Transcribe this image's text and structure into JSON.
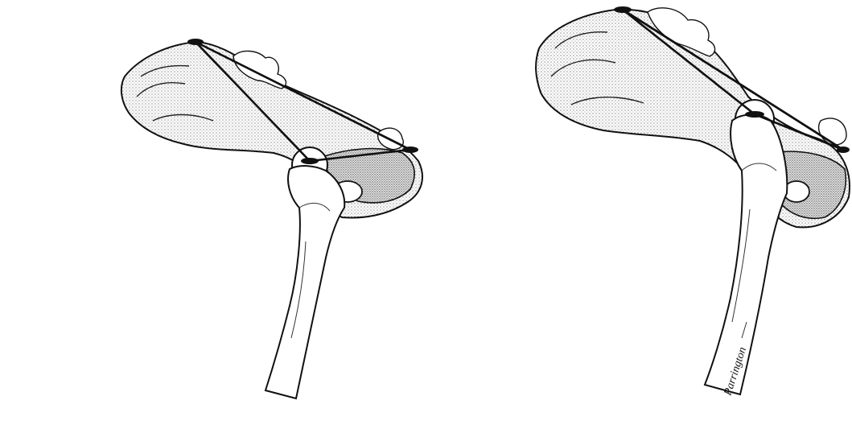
{
  "figure": {
    "panels": [
      {
        "id": "left",
        "description_visible_text": ""
      },
      {
        "id": "right",
        "description_visible_text": ""
      }
    ],
    "signature": "Parrington"
  },
  "colors": {
    "ink": "#111111",
    "stipple": "#9a9a9a",
    "background": "#ffffff"
  }
}
